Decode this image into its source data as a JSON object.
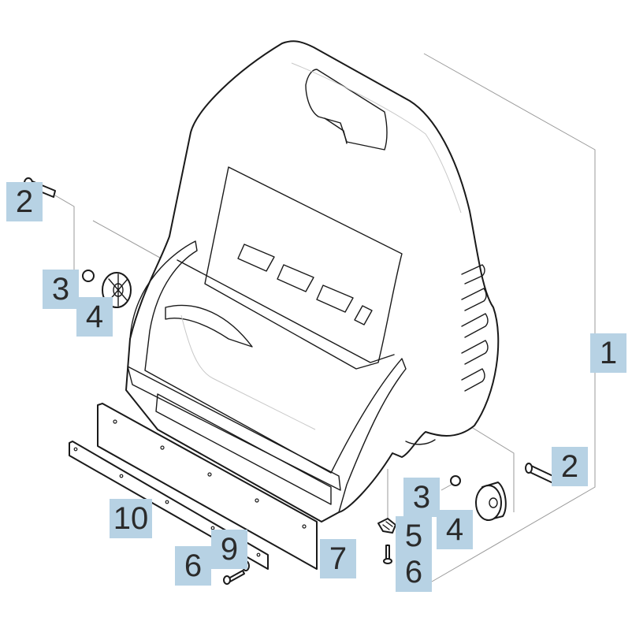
{
  "diagram": {
    "callout_color": "#b7d2e4",
    "callouts": [
      {
        "id": "c1",
        "label": "1"
      },
      {
        "id": "c2a",
        "label": "2"
      },
      {
        "id": "c2b",
        "label": "2"
      },
      {
        "id": "c3a",
        "label": "3"
      },
      {
        "id": "c3b",
        "label": "3"
      },
      {
        "id": "c4a",
        "label": "4"
      },
      {
        "id": "c4b",
        "label": "4"
      },
      {
        "id": "c5",
        "label": "5"
      },
      {
        "id": "c6a",
        "label": "6"
      },
      {
        "id": "c6b",
        "label": "6"
      },
      {
        "id": "c7",
        "label": "7"
      },
      {
        "id": "c9",
        "label": "9"
      },
      {
        "id": "c10",
        "label": "10"
      }
    ]
  }
}
